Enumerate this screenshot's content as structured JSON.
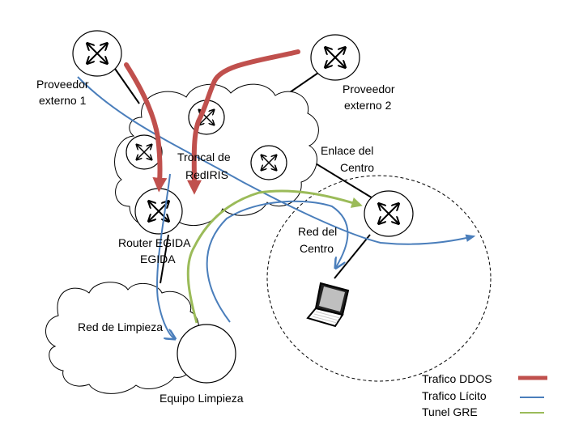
{
  "diagram": {
    "title": "EGIDA DDoS mitigation network",
    "nodes": {
      "proveedor_externo_1": {
        "label_line1": "Proveedor",
        "label_line2": "externo 1",
        "icon": "router-icon"
      },
      "proveedor_externo_2": {
        "label_line1": "Proveedor",
        "label_line2": "externo 2",
        "icon": "router-icon"
      },
      "troncal": {
        "label_line1": "Troncal de",
        "label_line2": "RedIRIS",
        "icon": "cloud-icon"
      },
      "router_egida": {
        "label_line1": "Router EGIDA",
        "label_line2": "EGIDA",
        "icon": "router-icon"
      },
      "enlace_centro": {
        "label_line1": "Enlace del",
        "label_line2": "Centro",
        "icon": "router-icon"
      },
      "red_centro": {
        "label_line1": "Red del",
        "label_line2": "Centro",
        "icon": "dashed-ellipse"
      },
      "red_limpieza": {
        "label": "Red de Limpieza",
        "icon": "cloud-icon"
      },
      "equipo_limpieza": {
        "label": "Equipo Limpieza",
        "icon": "circle-icon"
      },
      "laptop": {
        "icon": "laptop-icon"
      }
    },
    "legend": [
      {
        "label": "Trafico DDOS",
        "color": "#c0504d"
      },
      {
        "label": "Trafico Lícito",
        "color": "#4a7ebb"
      },
      {
        "label": "Tunel GRE",
        "color": "#9bbb59"
      }
    ]
  }
}
